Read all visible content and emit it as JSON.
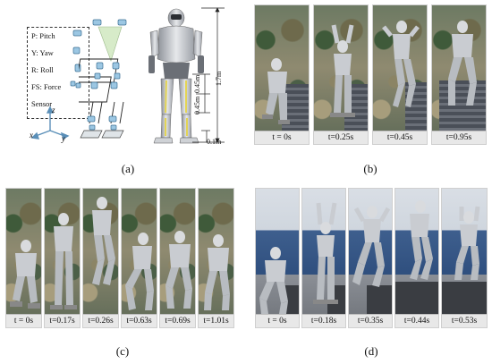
{
  "panel_a": {
    "label": "(a)",
    "legend": [
      "P: Pitch",
      "Y: Yaw",
      "R: Roll",
      "FS: Force",
      "Sensor"
    ],
    "axes": {
      "z": "z",
      "x": "x",
      "y": "y"
    },
    "dimensions": {
      "total_height": "1.7m",
      "upper": "0.45m",
      "lower": "0.45m",
      "foot": "0.1m"
    }
  },
  "panel_b": {
    "label": "(b)",
    "times": [
      "t = 0s",
      "t=0.25s",
      "t=0.45s",
      "t=0.95s"
    ]
  },
  "panel_c": {
    "label": "(c)",
    "times": [
      "t = 0s",
      "t=0.17s",
      "t=0.26s",
      "t=0.63s",
      "t=0.69s",
      "t=1.01s"
    ]
  },
  "panel_d": {
    "label": "(d)",
    "times": [
      "t = 0s",
      "t=0.18s",
      "t=0.35s",
      "t=0.44s",
      "t=0.53s"
    ]
  },
  "colors": {
    "robot_body": "#c9ccd1",
    "robot_dark": "#6b6f76",
    "joint_blue": "#7fb3d5",
    "leg_yellow": "#e3d455"
  }
}
